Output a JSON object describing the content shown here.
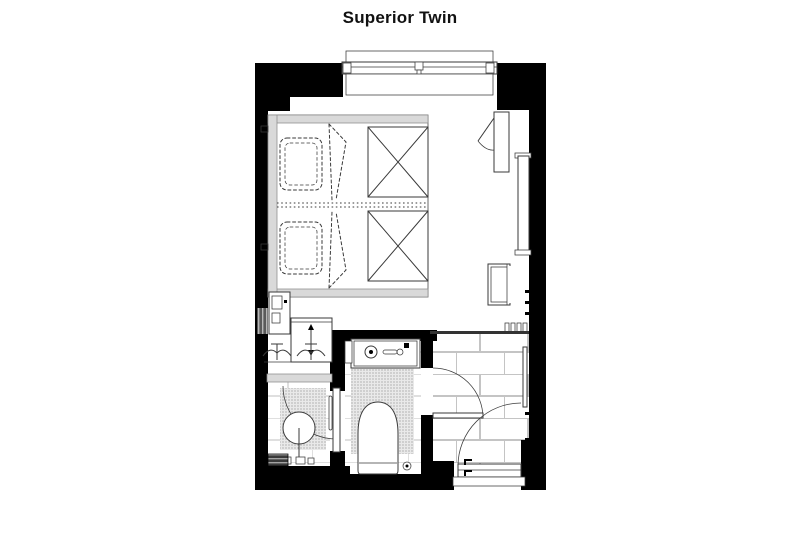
{
  "title": "Superior Twin",
  "plan": {
    "type": "architectural-floor-plan",
    "colors": {
      "wall": "#000000",
      "line": "#3a3a3a",
      "light_line": "#c4c4c4",
      "strip": "#d9d9d9",
      "paper": "#ffffff"
    },
    "rooms": [
      "bedroom",
      "wardrobe-nook",
      "shower-room",
      "toilet-room",
      "entry"
    ],
    "fixtures": [
      "window",
      "twin-bed-1",
      "twin-bed-2",
      "pillows",
      "duvets",
      "bed-cross-bases",
      "corner-cabinet",
      "tv-panel",
      "chair",
      "radiator-grille",
      "minibar-cabinet",
      "luggage-rack",
      "clothes-hangers",
      "wall-vent",
      "shower-head",
      "shower-valves",
      "floor-grate",
      "shower-door",
      "vanity-basin",
      "faucet",
      "soap-dispenser",
      "toilet",
      "floor-drain",
      "bathroom-door",
      "entrance-door",
      "door-threshold",
      "mirror"
    ]
  }
}
